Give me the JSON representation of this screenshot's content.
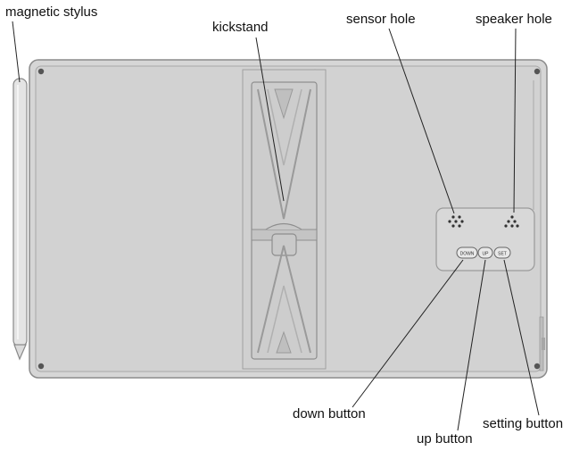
{
  "labels": {
    "magnetic_stylus": "magnetic stylus",
    "kickstand": "kickstand",
    "sensor_hole": "sensor hole",
    "speaker_hole": "speaker hole",
    "down_button": "down button",
    "up_button": "up button",
    "setting_button": "setting button"
  },
  "button_text": {
    "down": "DOWN",
    "up": "UP",
    "set": "SET"
  },
  "colors": {
    "body": "#d4d4d4",
    "body_edge": "#8e8e8e",
    "panel": "#c9c9c9",
    "line": "#222222"
  }
}
